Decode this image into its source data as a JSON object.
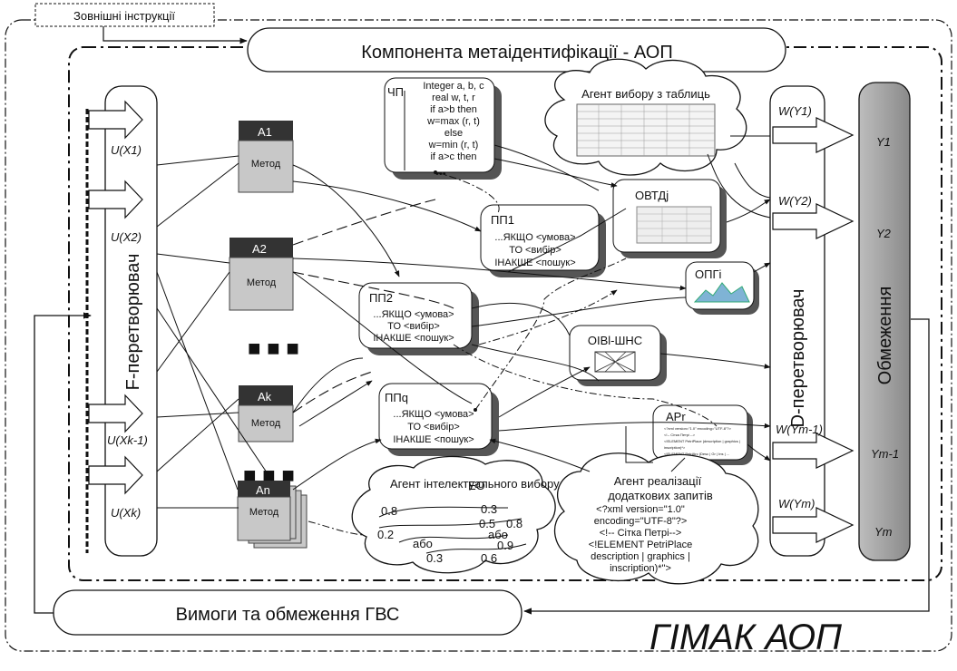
{
  "ext_instructions": "Зовнішні інструкції",
  "component_title": "Компонента метаідентифікації - АОП",
  "requirements_title": "Вимоги та обмеження ГВС",
  "system_name": "ГІМАК АОП",
  "f_converter": "F-перетворювач",
  "d_converter": "D-перетворювач",
  "constraints": "Обмеження",
  "inputs": [
    "U(X1)",
    "U(X2)",
    "U(Xk-1)",
    "U(Xk)"
  ],
  "outputs": [
    "Y1",
    "Y2",
    "Ym-1",
    "Ym"
  ],
  "weights": [
    "W(Y1)",
    "W(Y2)",
    "W(Ym-1)",
    "W(Ym)"
  ],
  "agents": [
    {
      "label": "A1",
      "method": "Метод"
    },
    {
      "label": "A2",
      "method": "Метод"
    },
    {
      "label": "Ak",
      "method": "Метод"
    },
    {
      "label": "An",
      "method": "Метод"
    }
  ],
  "dots": "■ ■ ■",
  "chp": {
    "label": "ЧП",
    "code": [
      "Integer a, b, c",
      "real w, t, r",
      "if a>b then",
      "w=max (r, t)",
      "else",
      "w=min (r, t)",
      "if a>c then"
    ],
    "more": "•••"
  },
  "pp_blocks": [
    {
      "title": "ПП1",
      "lines": [
        "...ЯКЩО <умова>",
        "ТО <вибір>",
        "ІНАКШЕ <пошук>"
      ]
    },
    {
      "title": "ПП2",
      "lines": [
        "...ЯКЩО <умова>",
        "ТО <вибір>",
        "ІНАКШЕ <пошук>"
      ]
    },
    {
      "title": "ППq",
      "lines": [
        "...ЯКЩО <умова>",
        "ТО <вибір>",
        "ІНАКШЕ <пошук>"
      ]
    }
  ],
  "table_agent": "Агент вибору з таблиць",
  "ovtd": "ОВТДj",
  "opg": "ОПГi",
  "oiv": "ОІВl-ШНС",
  "ar": {
    "label": "АРr",
    "snippet": [
      "<?xml version=\"1.0\" encoding=\"UTF-8\"?>",
      "<!-- Сітка Петрі -->",
      "<!ELEMENT PetriPlace (description | graphics |",
      "inscription)*>",
      "<!ELEMENT PetriArc (Desc | Gr | Ins | ..."
    ]
  },
  "intellectual_agent": {
    "label": "Агент інтелектуального вибору",
    "eo": "ЕО",
    "values": [
      "0.8",
      "0.3",
      "0.5",
      "0.8",
      "0.2",
      "або",
      "або",
      "0.9",
      "0.3",
      "0.6"
    ]
  },
  "queries_agent": {
    "label": [
      "Агент реалізації",
      "додаткових запитів"
    ],
    "xml": [
      "<?xml version=\"1.0\"",
      "encoding=\"UTF-8\"?>",
      "<!-- Сітка Петрі-->",
      "<!ELEMENT PetriPlace",
      "description | graphics |",
      "inscription)*\">"
    ]
  }
}
